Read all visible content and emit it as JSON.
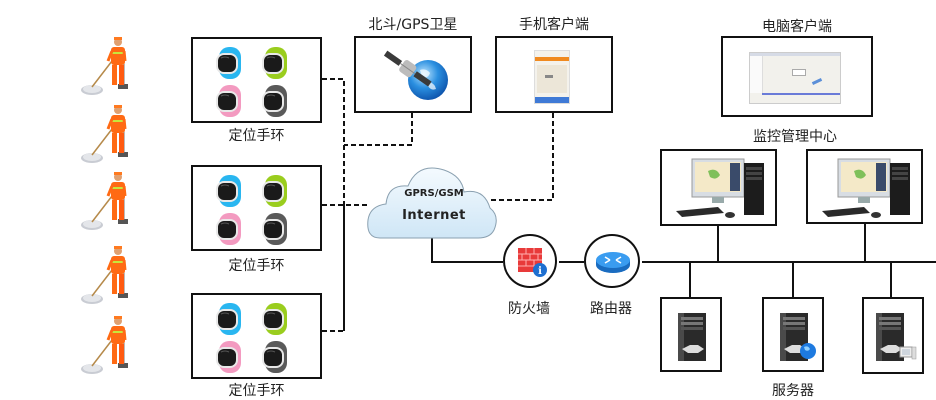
{
  "title": "定位手环监控系统网络拓扑",
  "workers": {
    "count": 5,
    "description": "环卫工人",
    "colors": {
      "uniform": "#ff6a14",
      "stripe": "#c8e63c",
      "skin": "#e0a070"
    }
  },
  "bracelets": {
    "items": [
      {
        "label": "定位手环"
      },
      {
        "label": "定位手环"
      },
      {
        "label": "定位手环"
      }
    ],
    "colors": [
      "#29b6f0",
      "#9acd1e",
      "#f39ac0",
      "#5a5a5a"
    ]
  },
  "satellite": {
    "label": "北斗/GPS卫星",
    "icon": "satellite-globe-icon"
  },
  "mobile_client": {
    "label": "手机客户端",
    "icon": "mobile-app-screenshot"
  },
  "pc_client": {
    "label": "电脑客户端",
    "icon": "pc-app-screenshot"
  },
  "monitoring_center": {
    "label": "监控管理中心",
    "workstation_count": 2
  },
  "cloud": {
    "line1": "GPRS/GSM",
    "line2": "Internet",
    "color": "#d8ecf8"
  },
  "firewall": {
    "label": "防火墙",
    "icon": "firewall-icon",
    "color": "#e83a3a"
  },
  "router": {
    "label": "路由器",
    "icon": "router-icon",
    "color": "#2f8fe0"
  },
  "servers": {
    "label": "服务器",
    "count": 3,
    "badges": [
      "none",
      "globe",
      "monitor"
    ]
  }
}
